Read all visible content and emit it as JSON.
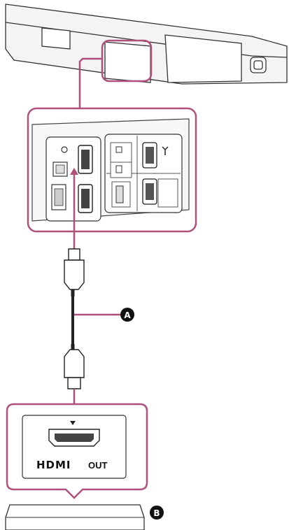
{
  "callouts": {
    "cable": "A",
    "device": "B"
  },
  "device_panel": {
    "logo": "HDMI",
    "port_label": "OUT"
  },
  "colors": {
    "highlight": "#b0507c",
    "line": "#222222",
    "gray_dark": "#555555",
    "gray_light": "#e6e6e6"
  }
}
